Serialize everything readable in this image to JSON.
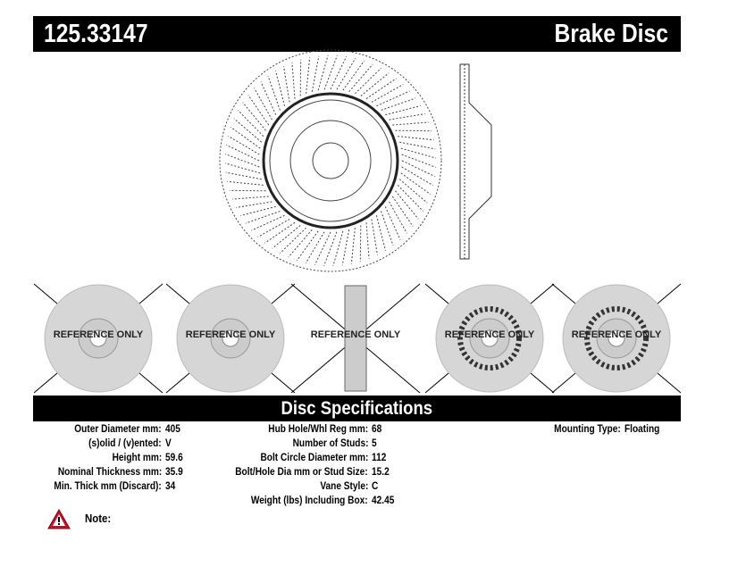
{
  "header": {
    "part_number": "125.33147",
    "title": "Brake Disc"
  },
  "thumbnails": [
    {
      "label": "REFERENCE ONLY"
    },
    {
      "label": "REFERENCE ONLY"
    },
    {
      "label": "REFERENCE ONLY"
    },
    {
      "label": "REFERENCE ONLY"
    },
    {
      "label": "REFERENCE ONLY"
    }
  ],
  "specs": {
    "title": "Disc Specifications",
    "col1": [
      {
        "label": "Outer Diameter mm:",
        "value": "405"
      },
      {
        "label": "(s)olid / (v)ented:",
        "value": "V"
      },
      {
        "label": "Height mm:",
        "value": "59.6"
      },
      {
        "label": "Nominal Thickness mm:",
        "value": "35.9"
      },
      {
        "label": "Min. Thick mm (Discard):",
        "value": "34"
      }
    ],
    "col2": [
      {
        "label": "Hub Hole/Whl Reg mm:",
        "value": "68"
      },
      {
        "label": "Number of Studs:",
        "value": "5"
      },
      {
        "label": "Bolt Circle Diameter mm:",
        "value": "112"
      },
      {
        "label": "Bolt/Hole Dia mm or Stud Size:",
        "value": "15.2"
      },
      {
        "label": "Vane Style:",
        "value": "C"
      },
      {
        "label": "Weight (lbs) Including Box:",
        "value": "42.45"
      }
    ],
    "col3": [
      {
        "label": "Mounting Type:",
        "value": "Floating"
      }
    ]
  },
  "note": {
    "label": "Note:"
  }
}
